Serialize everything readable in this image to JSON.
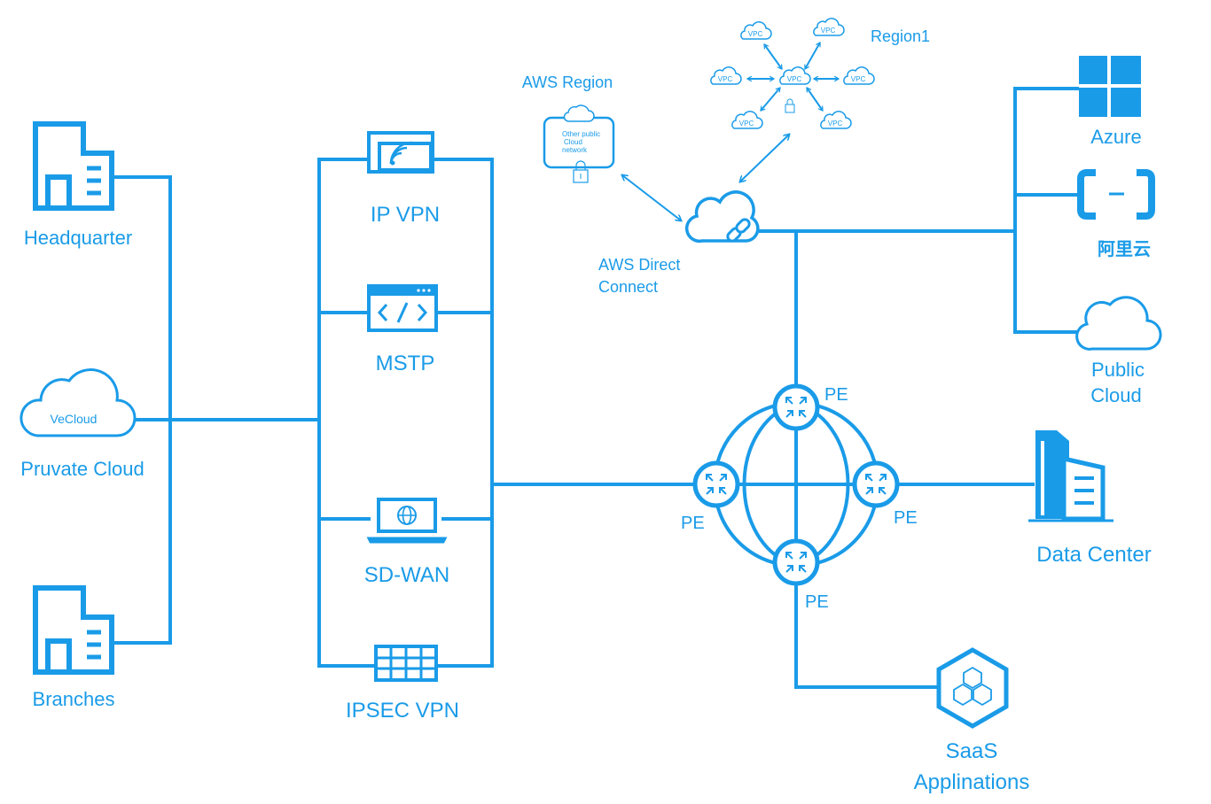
{
  "colors": {
    "accent": "#1a9be8",
    "background": "#ffffff"
  },
  "left": {
    "headquarter": "Headquarter",
    "vecloud": "VeCloud",
    "private_cloud": "Pruvate Cloud",
    "branches": "Branches"
  },
  "transport": {
    "ip_vpn": "IP VPN",
    "mstp": "MSTP",
    "sd_wan": "SD-WAN",
    "ipsec_vpn": "IPSEC VPN"
  },
  "aws": {
    "region": "AWS Region",
    "other_cloud_line1": "Other public",
    "other_cloud_line2": "Cloud",
    "other_cloud_line3": "network",
    "direct_connect_line1": "AWS Direct",
    "direct_connect_line2": "Connect",
    "region1": "Region1",
    "vpc": "VPC"
  },
  "core": {
    "pe": "PE"
  },
  "right": {
    "azure": "Azure",
    "aliyun": "阿里云",
    "public_cloud_line1": "Public",
    "public_cloud_line2": "Cloud",
    "data_center": "Data Center",
    "saas_line1": "SaaS",
    "saas_line2": "Applinations"
  },
  "icons": [
    "building-icon",
    "cloud-icon",
    "wifi-icon",
    "code-icon",
    "laptop-globe-icon",
    "grid-icon",
    "router-icon",
    "link-icon",
    "windows-icon",
    "aliyun-icon",
    "datacenter-icon",
    "saas-icon",
    "lock-icon"
  ]
}
